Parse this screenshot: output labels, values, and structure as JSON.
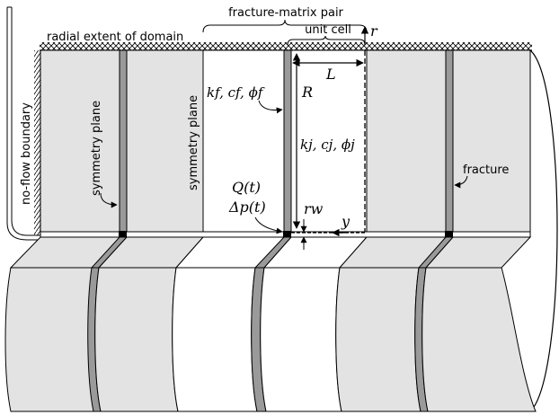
{
  "labels": {
    "fracture_matrix_pair": "fracture-matrix pair",
    "radial_extent": "radial extent of domain",
    "unit_cell": "unit cell",
    "r": "r",
    "L": "L",
    "R": "R",
    "no_flow_boundary": "no-flow boundary",
    "symmetry_plane_left": "symmetry plane",
    "symmetry_plane_mid": "symmetry plane",
    "kf_cf_phif": "kf, cf, ϕf",
    "kj_cj_phij": "kj, cj, ϕj",
    "Qt": "Q(t)",
    "dpt": "Δp(t)",
    "rw": "rw",
    "y": "y",
    "fracture": "fracture"
  },
  "colors": {
    "block_fill": "#e3e3e3",
    "fracture_fill": "#9a9a9a",
    "white": "#ffffff",
    "stroke": "#000000"
  }
}
